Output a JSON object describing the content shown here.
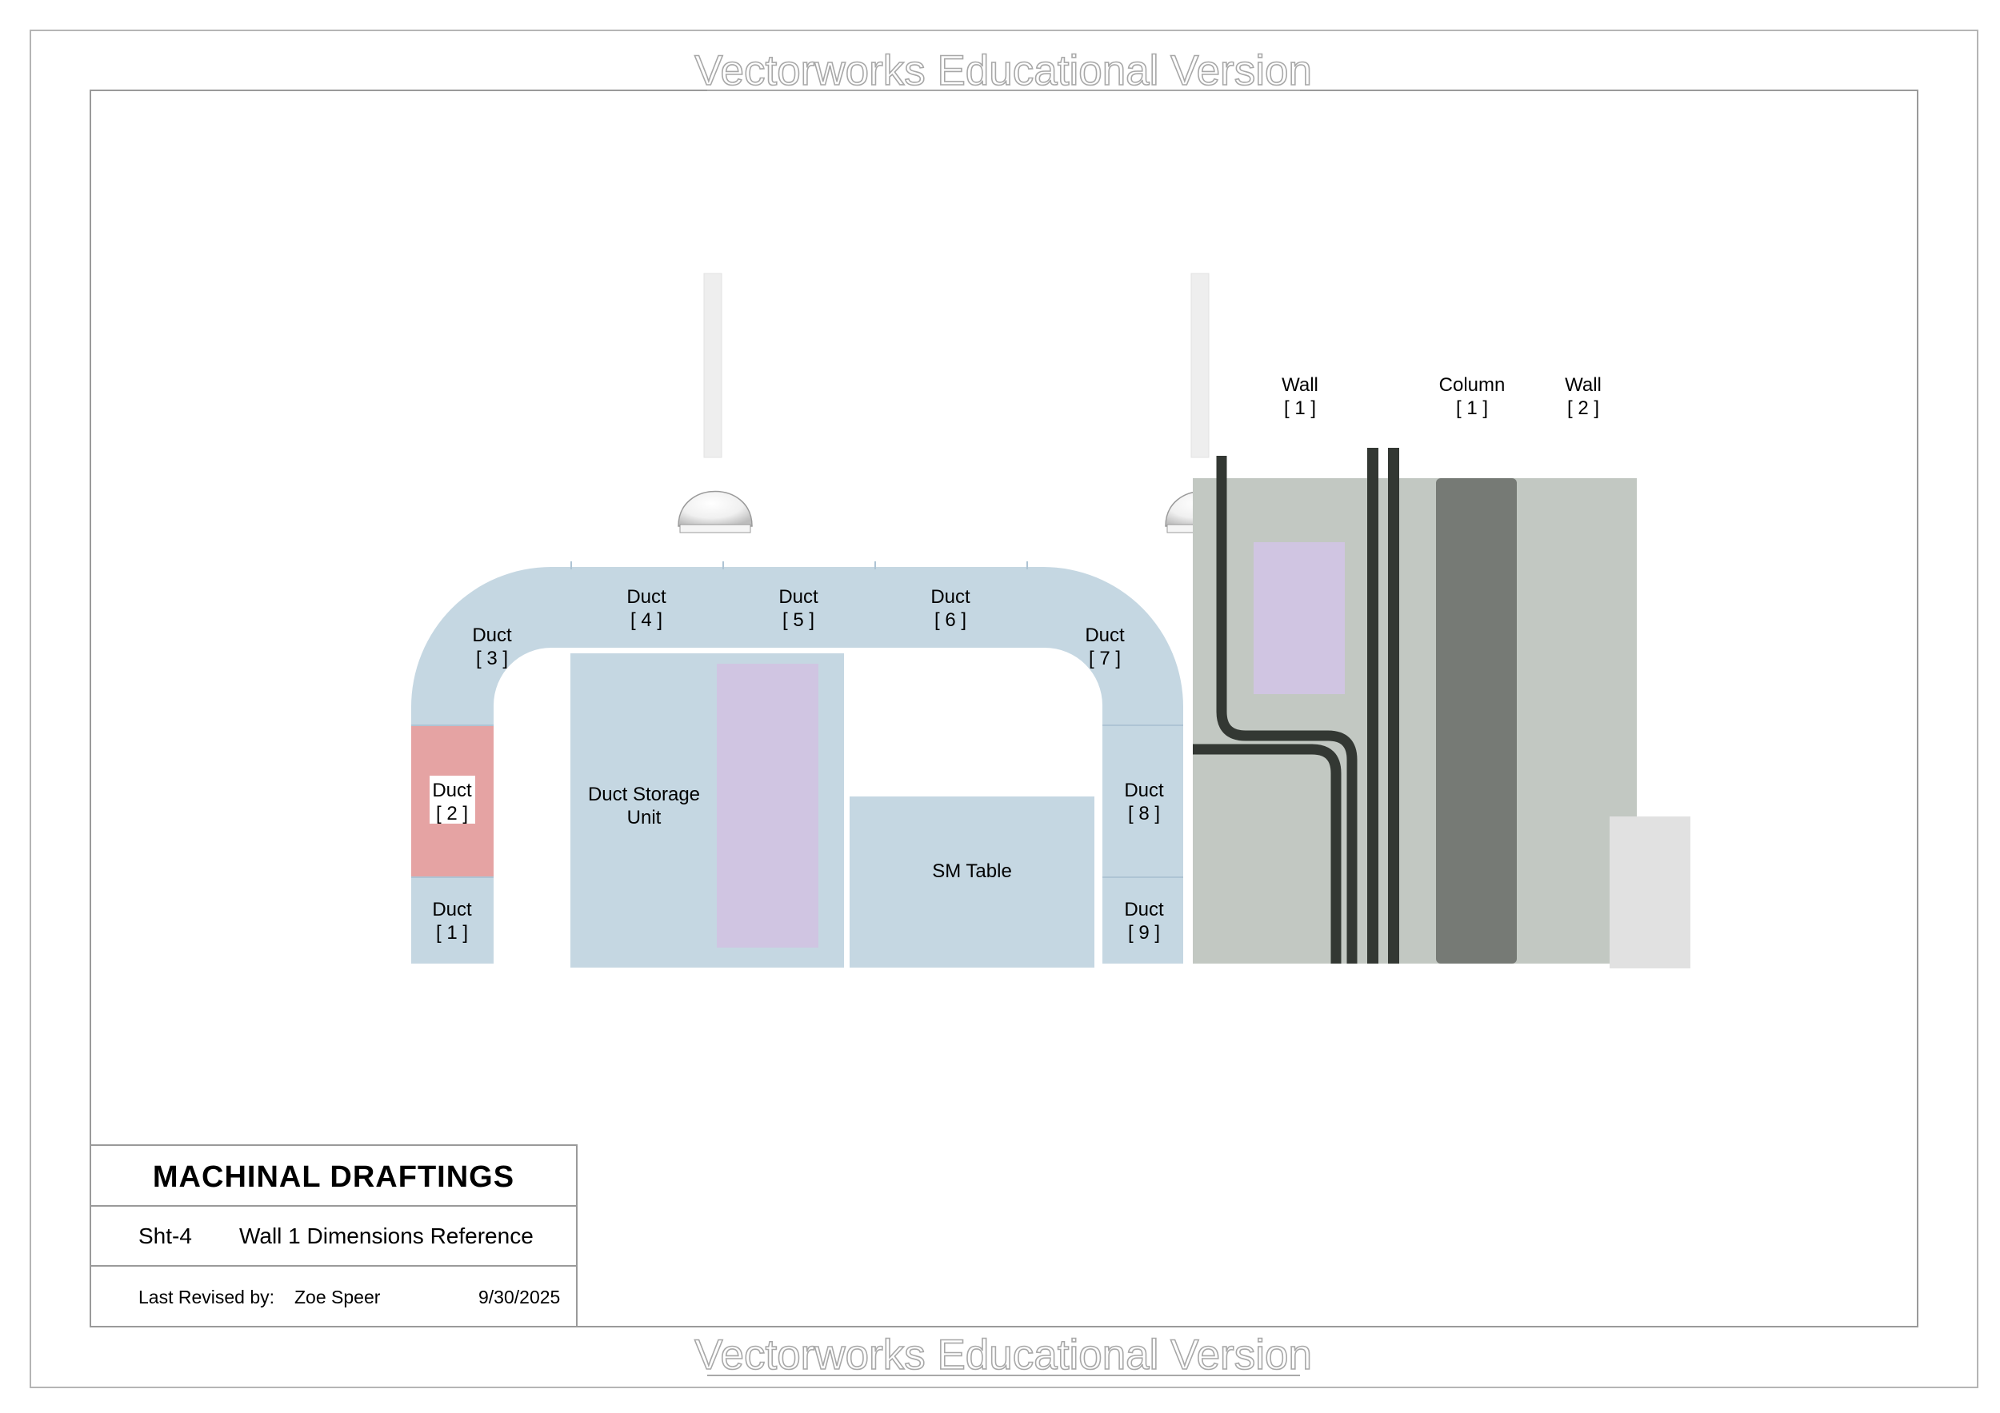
{
  "watermark": {
    "text": "Vectorworks Educational Version"
  },
  "ducts": {
    "d1": {
      "name": "Duct",
      "num": "[ 1 ]"
    },
    "d2": {
      "name": "Duct",
      "num": "[ 2 ]"
    },
    "d3": {
      "name": "Duct",
      "num": "[ 3 ]"
    },
    "d4": {
      "name": "Duct",
      "num": "[ 4 ]"
    },
    "d5": {
      "name": "Duct",
      "num": "[ 5 ]"
    },
    "d6": {
      "name": "Duct",
      "num": "[ 6 ]"
    },
    "d7": {
      "name": "Duct",
      "num": "[  7 ]"
    },
    "d8": {
      "name": "Duct",
      "num": "[ 8 ]"
    },
    "d9": {
      "name": "Duct",
      "num": "[ 9 ]"
    }
  },
  "storage": {
    "line1": "Duct Storage",
    "line2": "Unit"
  },
  "table": {
    "label": "SM Table"
  },
  "structure": {
    "wall1": {
      "name": "Wall",
      "num": "[ 1 ]"
    },
    "column1": {
      "name": "Column",
      "num": "[ 1 ]"
    },
    "wall2": {
      "name": "Wall",
      "num": "[ 2 ]"
    }
  },
  "title_block": {
    "company": "MACHINAL DRAFTINGS",
    "sheet": "Sht-4",
    "sheet_title": "Wall 1 Dimensions Reference",
    "revised_label": "Last Revised by:",
    "revised_by": "Zoe Speer",
    "date": "9/30/2025"
  },
  "colors": {
    "duct_fill": "#c5d7e2",
    "duct_highlight": "#e5a3a3",
    "storage_panel": "#d0c5e2",
    "wall_fill": "#c2c8c2",
    "column_fill": "#767a75",
    "pipe": "#333833",
    "light_pole": "#eeeeee",
    "corner_block": "#e1e1e1",
    "sheet_border": "#aaaaaa"
  }
}
